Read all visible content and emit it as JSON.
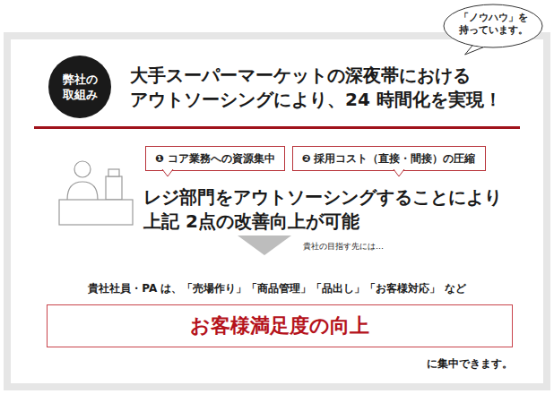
{
  "diagram": {
    "title": "大手スーパーマーケットの深夜帯における アウトソーシングにより、24 時間化を実現！",
    "nodes": [
      {
        "text": [
          "「ノウハウ」を 持っています。"
        ]
      },
      {
        "text": [
          "弊社の 取組み"
        ]
      },
      {
        "text": [
          "❶ コア業務への資源集中"
        ]
      },
      {
        "text": [
          "❷ 採用コスト（直接・間接）の圧縮"
        ]
      },
      {
        "text": [
          "お客様満足度の向上"
        ]
      }
    ],
    "labels": [
      "レジ部門をアウトソーシングすることにより 上記 2点の改善向上が可能",
      "貴社の目指す先には…",
      "貴社社員・PA は、「売場作り」「商品管理」「品出し」「お客様対応」 など",
      "に集中できます。"
    ]
  }
}
